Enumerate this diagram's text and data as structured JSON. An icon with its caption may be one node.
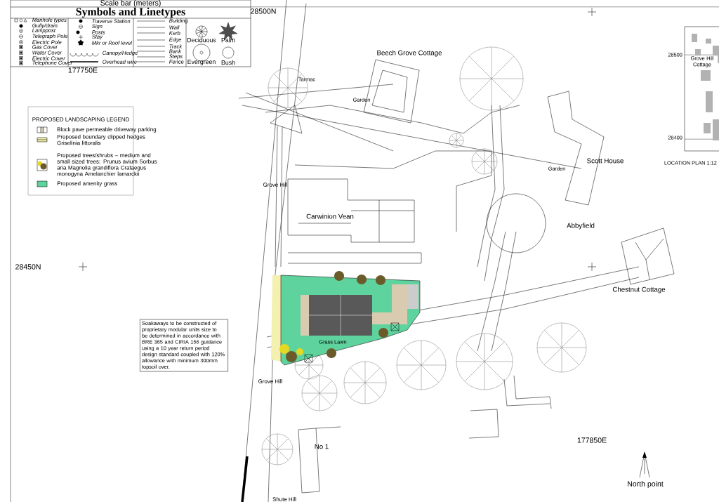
{
  "diagram": {
    "title": "Symbols and Linetypes",
    "labels": [
      "Scale bar (meters)",
      "177750E",
      "PROPOSED LANDSCAPING LEGEND",
      "28500N",
      "Beech Grove Cottage",
      "Tarmac",
      "Garden",
      "Garden",
      "Scott House",
      "Grove Hill",
      "Carwinion Vean",
      "Abbyfield",
      "28450N",
      "Chestnut Cottage",
      "Soakaways to be constructed of proprietary modular units size to be determined in accordance with BRE 365 and CIRIA 156 guidance using a 10 year return period design standard coupled with 120% allowance with minimum 300mm topsoil over.",
      "Grass Lawn",
      "Grove Hill",
      "177850E",
      "No 1",
      "North point",
      "Shute Hill",
      "28500",
      "Grove Hill Cottage",
      "28400",
      "LOCATION PLAN 1:12"
    ],
    "legend": [
      {
        "text": "Manhole types"
      },
      {
        "text": "Gully/drain"
      },
      {
        "text": "Lamppost"
      },
      {
        "text": "Telegraph Pole"
      },
      {
        "text": "Electric Pole"
      },
      {
        "text": "Gas Cover"
      },
      {
        "text": "Water Cover"
      },
      {
        "text": "Electric Cover"
      },
      {
        "text": "Telephone Cover"
      },
      {
        "text": "Traverse Station"
      },
      {
        "text": "Sign"
      },
      {
        "text": "Posts"
      },
      {
        "text": "Stay"
      },
      {
        "text": "Mkr or Roof level"
      },
      {
        "text": "Canopy/Hedge"
      },
      {
        "text": "Overhead wire"
      },
      {
        "text": "Building"
      },
      {
        "text": "Wall"
      },
      {
        "text": "Kerb"
      },
      {
        "text": "Edge"
      },
      {
        "text": "Track"
      },
      {
        "text": "Bank"
      },
      {
        "text": "Steps"
      },
      {
        "text": "Fence"
      },
      {
        "text": "Deciduous"
      },
      {
        "text": "Palm"
      },
      {
        "text": "Evergreen"
      },
      {
        "text": "Bush"
      },
      {
        "text": "Block pave permeable driveway parking"
      },
      {
        "text": "Proposed boundary clipped hedges Griselinia littoralis"
      },
      {
        "text": "Proposed trees/shrubs – medium and small sized trees: Prunus avium Sorbus aria Magnolia grandiflora Crataegus monogyna Amelanchier lamarckii"
      },
      {
        "text": "Proposed amenity grass",
        "color": "#5fd39e"
      }
    ]
  }
}
